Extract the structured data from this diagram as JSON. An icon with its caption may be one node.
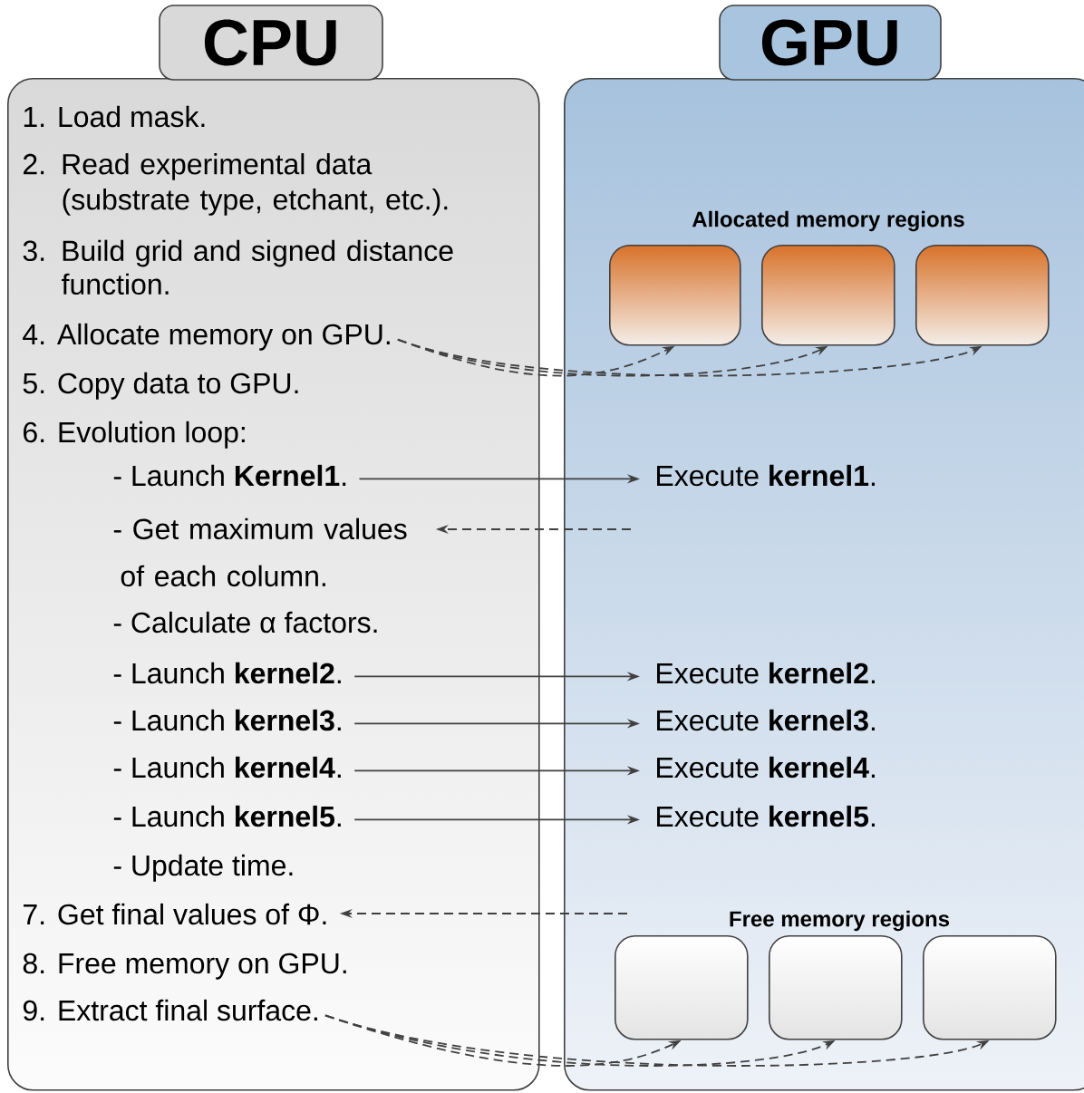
{
  "diagram": {
    "nodes": [
      {
        "text": [
          "CPU"
        ]
      },
      {
        "text": [
          "GPU"
        ]
      },
      {
        "text": [],
        "shape": "box"
      },
      {
        "text": [],
        "shape": "box"
      },
      {
        "text": [
          "1. Load mask."
        ],
        "in": 2
      },
      {
        "text": [
          "2. Read experimental data (substrate type, etchant, etc.)."
        ],
        "in": 2
      },
      {
        "text": [
          "3. Build grid and signed distance function."
        ],
        "in": 2
      },
      {
        "text": [
          "4. Allocate memory on GPU."
        ],
        "in": 2
      },
      {
        "text": [
          "5. Copy data to GPU."
        ],
        "in": 2
      },
      {
        "text": [
          "6. Evolution loop:"
        ],
        "in": 2
      },
      {
        "text": [
          "- Launch **Kernel1**."
        ],
        "in": 2
      },
      {
        "text": [
          "- Get maximum values of each column."
        ],
        "in": 2
      },
      {
        "text": [
          "- Calculate α factors."
        ],
        "in": 2
      },
      {
        "text": [
          "- Launch **kernel2**."
        ],
        "in": 2
      },
      {
        "text": [
          "- Launch **kernel3**."
        ],
        "in": 2
      },
      {
        "text": [
          "- Launch **kernel4**."
        ],
        "in": 2
      },
      {
        "text": [
          "- Launch **kernel5**."
        ],
        "in": 2
      },
      {
        "text": [
          "- Update time."
        ],
        "in": 2
      },
      {
        "text": [
          "7. Get final values of Φ."
        ],
        "in": 2
      },
      {
        "text": [
          "8. Free memory on GPU."
        ],
        "in": 2
      },
      {
        "text": [
          "9. Extract final surface."
        ],
        "in": 2
      },
      {
        "text": [],
        "shape": "box",
        "in": 3
      },
      {
        "text": [],
        "shape": "box",
        "in": 3
      },
      {
        "text": [],
        "shape": "box",
        "in": 3
      },
      {
        "text": [
          "Execute **kernel1**."
        ],
        "in": 3
      },
      {
        "text": [
          "Execute **kernel2**."
        ],
        "in": 3
      },
      {
        "text": [
          "Execute **kernel3**."
        ],
        "in": 3
      },
      {
        "text": [
          "Execute **kernel4**."
        ],
        "in": 3
      },
      {
        "text": [
          "Execute **kernel5**."
        ],
        "in": 3
      },
      {
        "text": [],
        "shape": "box",
        "in": 3
      },
      {
        "text": [],
        "shape": "box",
        "in": 3
      },
      {
        "text": [],
        "shape": "box",
        "in": 3
      }
    ],
    "edges": [
      {
        "from": 7,
        "to": 21,
        "arrow": "to",
        "style": "dashed"
      },
      {
        "from": 7,
        "to": 22,
        "arrow": "to",
        "style": "dashed"
      },
      {
        "from": 7,
        "to": 23,
        "arrow": "to",
        "style": "dashed"
      },
      {
        "from": 10,
        "to": 24,
        "arrow": "to"
      },
      {
        "from": null,
        "to": 11,
        "arrow": "to",
        "style": "dashed"
      },
      {
        "from": 13,
        "to": 25,
        "arrow": "to"
      },
      {
        "from": 14,
        "to": 26,
        "arrow": "to"
      },
      {
        "from": 15,
        "to": 27,
        "arrow": "to"
      },
      {
        "from": 16,
        "to": 28,
        "arrow": "to"
      },
      {
        "from": null,
        "to": 18,
        "arrow": "to",
        "style": "dashed"
      },
      {
        "from": 20,
        "to": 29,
        "arrow": "to",
        "style": "dashed"
      },
      {
        "from": 20,
        "to": 30,
        "arrow": "to",
        "style": "dashed"
      },
      {
        "from": 20,
        "to": 31,
        "arrow": "to",
        "style": "dashed"
      }
    ],
    "labels": [
      "Allocated memory regions",
      "Free memory regions"
    ]
  }
}
